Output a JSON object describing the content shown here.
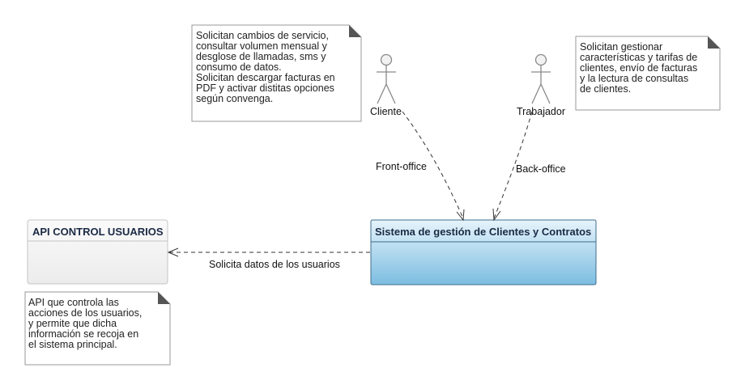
{
  "notes": {
    "cliente_note": "Solicitan cambios de servicio,\nconsultar volumen mensual y\ndesglose de llamadas, sms y\nconsumo de datos.\nSolicitan descargar facturas en\nPDF y activar distitas opciones\nsegún convenga.",
    "trabajador_note": "Solicitan gestionar\ncaracterísticas y tarifas de\nclientes, envío de facturas\ny la lectura de consultas\nde clientes.",
    "api_note": "API que controla las\nacciones de los usuarios,\ny permite que dicha\ninformación se recoja en\nel sistema principal."
  },
  "actors": {
    "cliente": "Cliente",
    "trabajador": "Trabajador"
  },
  "boxes": {
    "system": "Sistema de gestión de Clientes y Contratos",
    "api": "API CONTROL USUARIOS"
  },
  "edges": {
    "front": "Front-office",
    "back": "Back-office",
    "solicita": "Solicita datos de los usuarios"
  },
  "colors": {
    "system_top": "#e3f3fb",
    "system_bottom": "#7fbfe2",
    "system_border": "#3f6c8c",
    "api_fill": "#f3f3f3",
    "note_fold": "#555555"
  }
}
